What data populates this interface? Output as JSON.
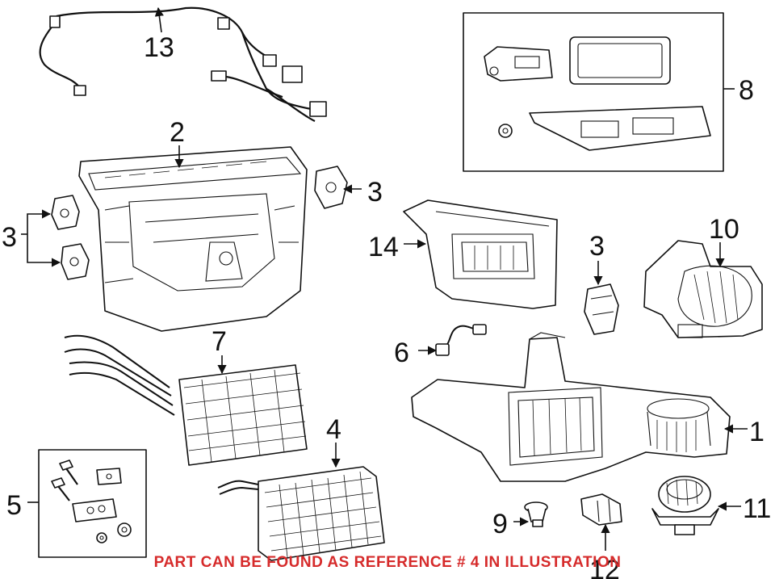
{
  "diagram": {
    "callouts": {
      "c1": "1",
      "c2": "2",
      "c3a": "3",
      "c3b": "3",
      "c3c": "3",
      "c4": "4",
      "c5": "5",
      "c6": "6",
      "c7": "7",
      "c8": "8",
      "c9": "9",
      "c10": "10",
      "c11": "11",
      "c12": "12",
      "c13": "13",
      "c14": "14"
    },
    "footer_note": "PART CAN BE FOUND AS REFERENCE # 4 IN ILLUSTRATION",
    "colors": {
      "line": "#111111",
      "note": "#d62b2b",
      "background": "#ffffff"
    }
  }
}
